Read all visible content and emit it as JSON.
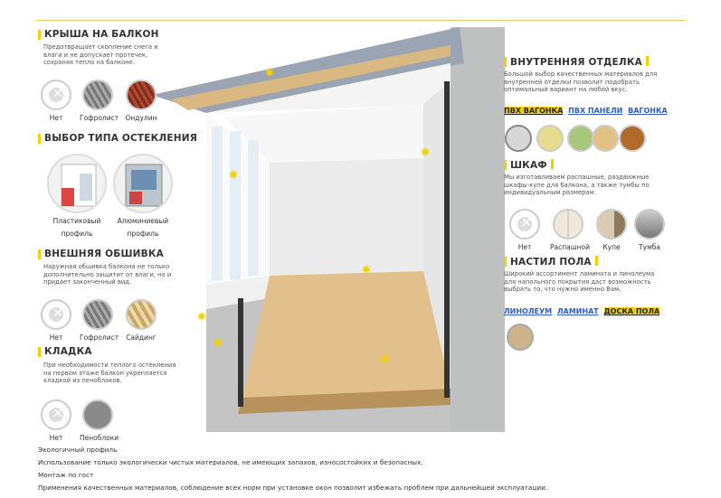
{
  "roof": {
    "title": "КРЫША НА БАЛКОН",
    "desc": [
      "Предотвращает скопление снега и",
      "влаги и не допускает протечек,",
      "сохраняя тепло на балконе."
    ],
    "options": [
      "Нет",
      "Гофролист",
      "Ондулин"
    ]
  },
  "glazing": {
    "title": "ВЫБОР ТИПА ОСТЕКЛЕНИЯ",
    "options": [
      [
        "Пластиковый",
        "профиль"
      ],
      [
        "Алюминиевый",
        "профиль"
      ]
    ]
  },
  "cladding": {
    "title": "ВНЕШНЯЯ ОБШИВКА",
    "desc": [
      "Наружная обшивка балкона не только",
      "дополнительно защитит от влаги, но и",
      "придает законченный вид."
    ],
    "options": [
      "Нет",
      "Гофролист",
      "Сайдинг"
    ]
  },
  "masonry": {
    "title": "КЛАДКА",
    "desc": [
      "При необходимости теплого остекления",
      "на первом этаже балкон укрепляется",
      "кладкой из пеноблоков."
    ],
    "options": [
      "Нет",
      "Пеноблоки"
    ]
  },
  "interior": {
    "title": "ВНУТРЕННЯЯ ОТДЕЛКА",
    "desc": [
      "Большой выбор качественных материалов для",
      "внутренней отделки позволит подобрать",
      "оптимальный вариант на любой вкус."
    ],
    "links": [
      "ПВХ ВАГОНКА",
      "ПВХ ПАНЕЛИ",
      "ВАГОНКА"
    ],
    "swatch_colors": [
      "#d7d7d7",
      "#e6dc8e",
      "#a9c77a",
      "#e2c184",
      "#b06a2c"
    ]
  },
  "wardrobe": {
    "title": "ШКАФ",
    "desc": [
      "Мы изготавливаем распашные, раздвижные",
      "шкафы-купе для балкона, а также тумбы по",
      "индивидуальным размерам."
    ],
    "options": [
      "Нет",
      "Распашной",
      "Купе",
      "Тумба"
    ]
  },
  "floor": {
    "title": "НАСТИЛ ПОЛА",
    "desc": [
      "Широкий ассортимент ламината и линолеума",
      "для напольного покрытия даст возможность",
      "выбрать то, что нужно именно Вам."
    ],
    "links": [
      "ЛИНОЛЕУМ",
      "ЛАМИНАТ",
      "ДОСКА ПОЛА"
    ],
    "swatch_color": "#cdb28a"
  },
  "footer": [
    "Экологичный профиль",
    "Использование только экологически чистых материалов, не имеющих запахов, износостойких и безопасных.",
    "Монтаж по гост",
    "Применения качественных материалов, соблюдение всех норм при установке окон позволит избежать проблем при дальнейшей эксплуатации."
  ],
  "accent": "#f2d100"
}
